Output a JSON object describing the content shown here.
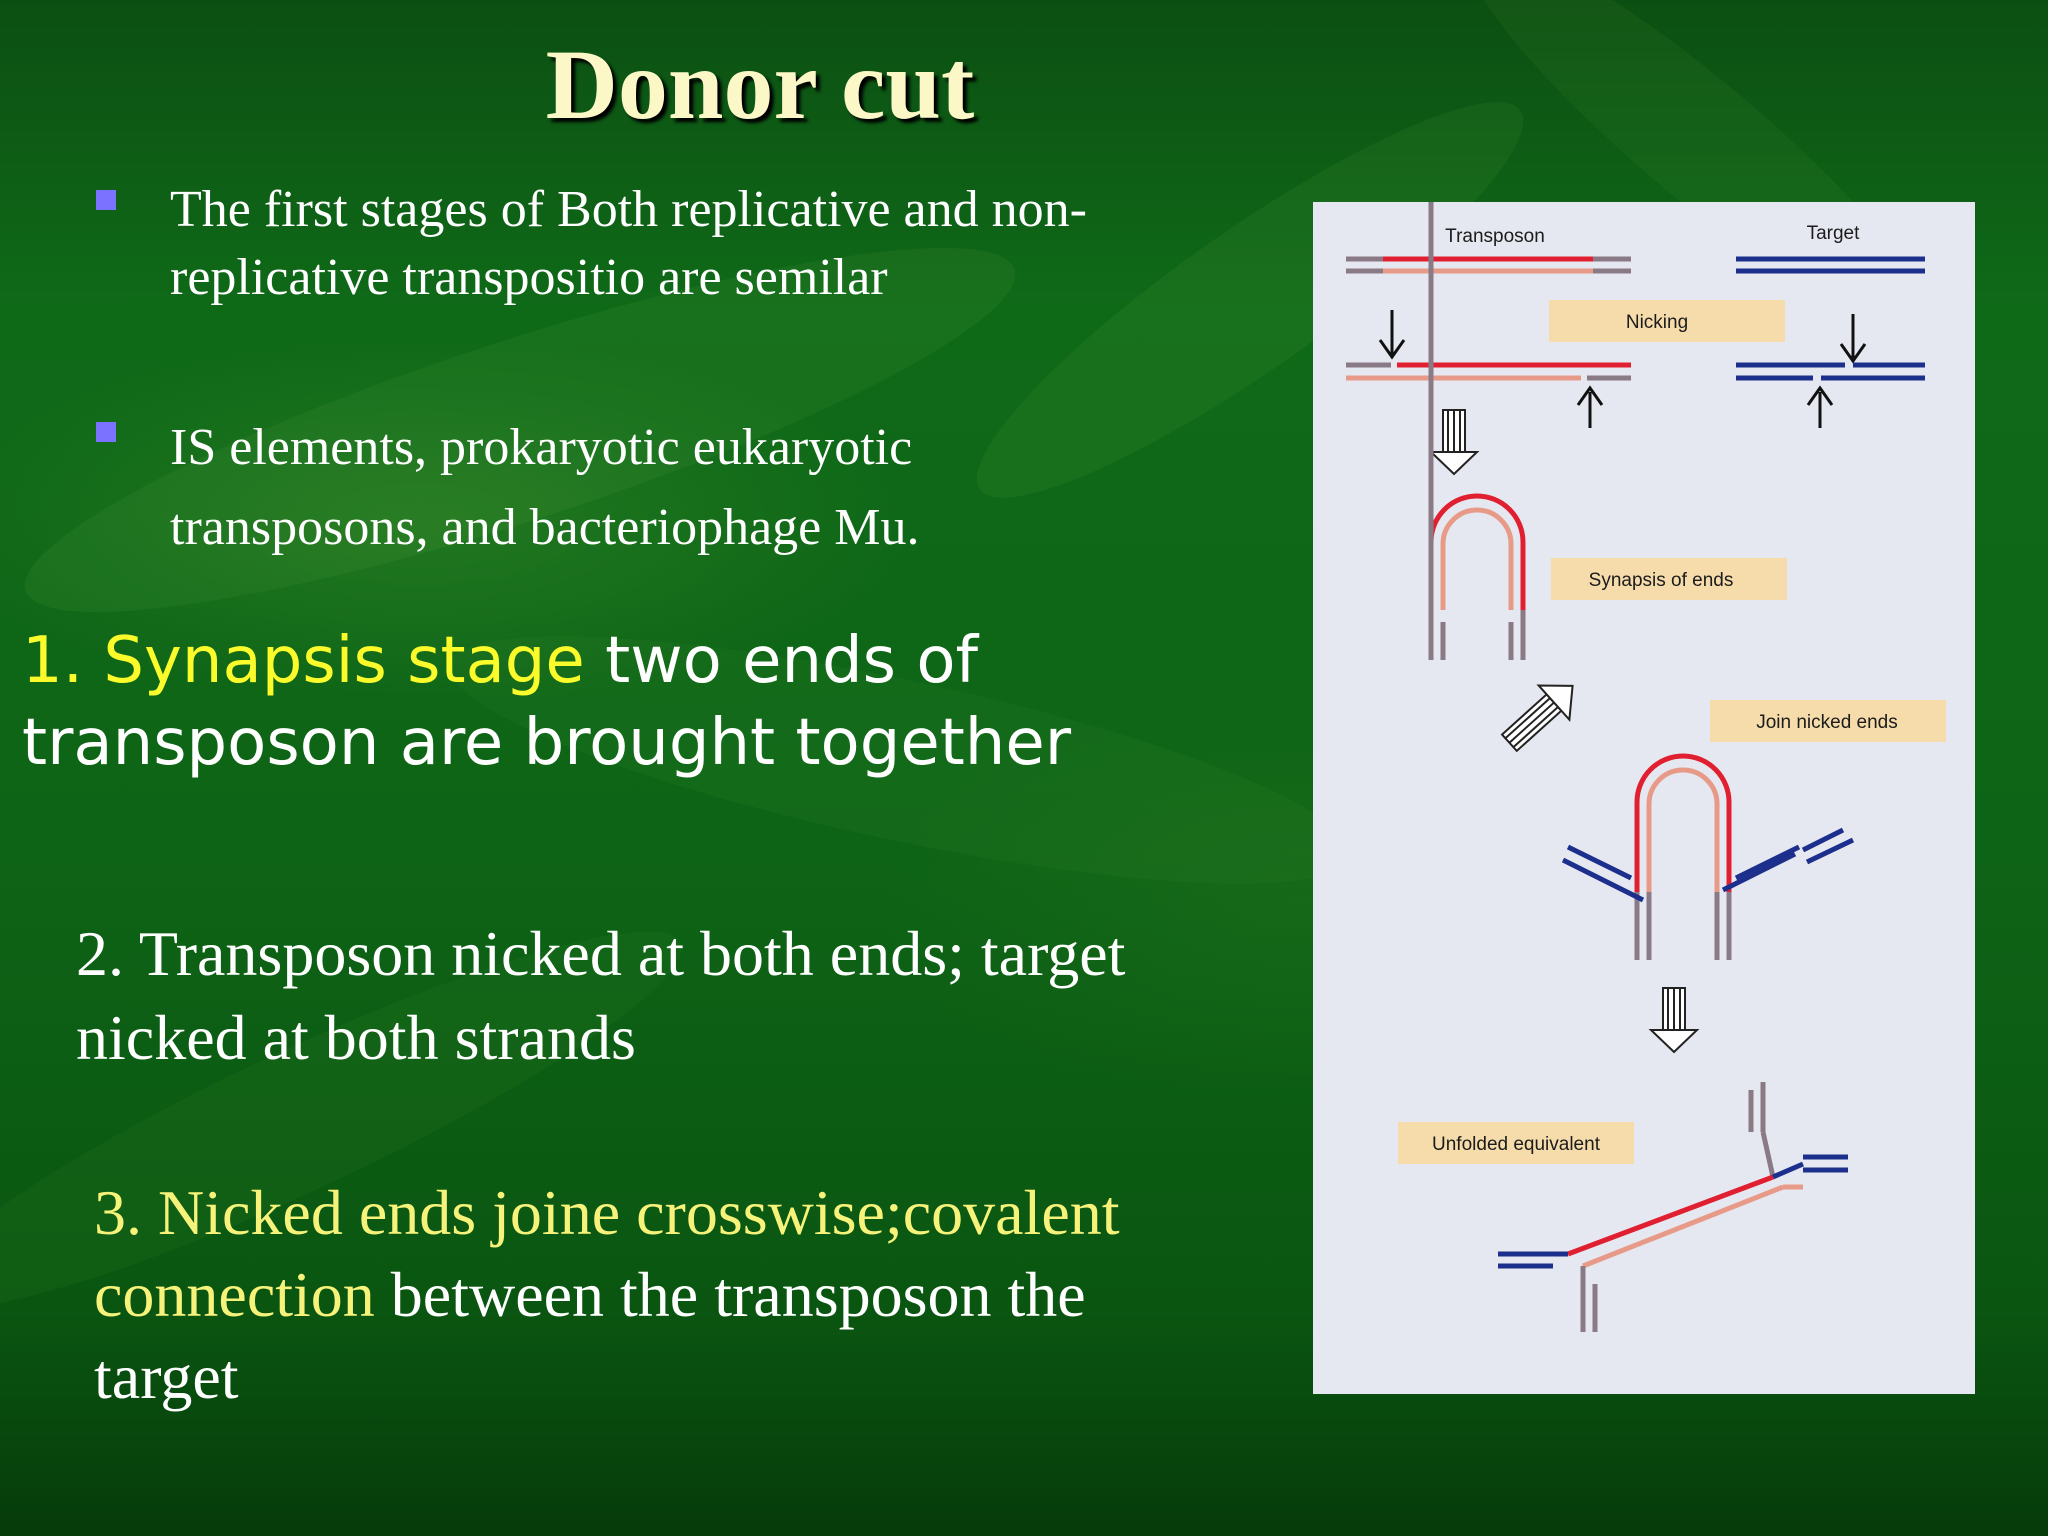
{
  "slide": {
    "title": "Donor cut",
    "bullets": [
      "The  first stages of  Both replicative and non-replicative transpositio are semilar",
      "IS elements, prokaryotic eukaryotic transposons, and bacteriophage Mu."
    ],
    "step1": {
      "highlight": "1. Synapsis stage",
      "rest": "  two ends of transposon are brought together"
    },
    "step2": "2. Transposon nicked at both ends; target nicked at both strands",
    "step3": {
      "highlight": "3.  Nicked ends joine crosswise;covalent connection",
      "rest": " between the transposon the target"
    }
  },
  "figure": {
    "labels": {
      "transposon": "Transposon",
      "target": "Target",
      "nicking": "Nicking",
      "synapsis": "Synapsis of ends",
      "join": "Join nicked ends",
      "unfolded": "Unfolded equivalent"
    }
  },
  "colors": {
    "title": "#fbf7c6",
    "bullet_marker": "#7b73ff",
    "step1_highlight": "#fbfb2c",
    "step3_highlight": "#f7f37a",
    "transposon_strand": "#e02030",
    "transposon_strand_light": "#e89a88",
    "target_strand": "#1c2f8c",
    "flank_strand": "#8a7a86",
    "label_box": "#f5dcaa"
  }
}
